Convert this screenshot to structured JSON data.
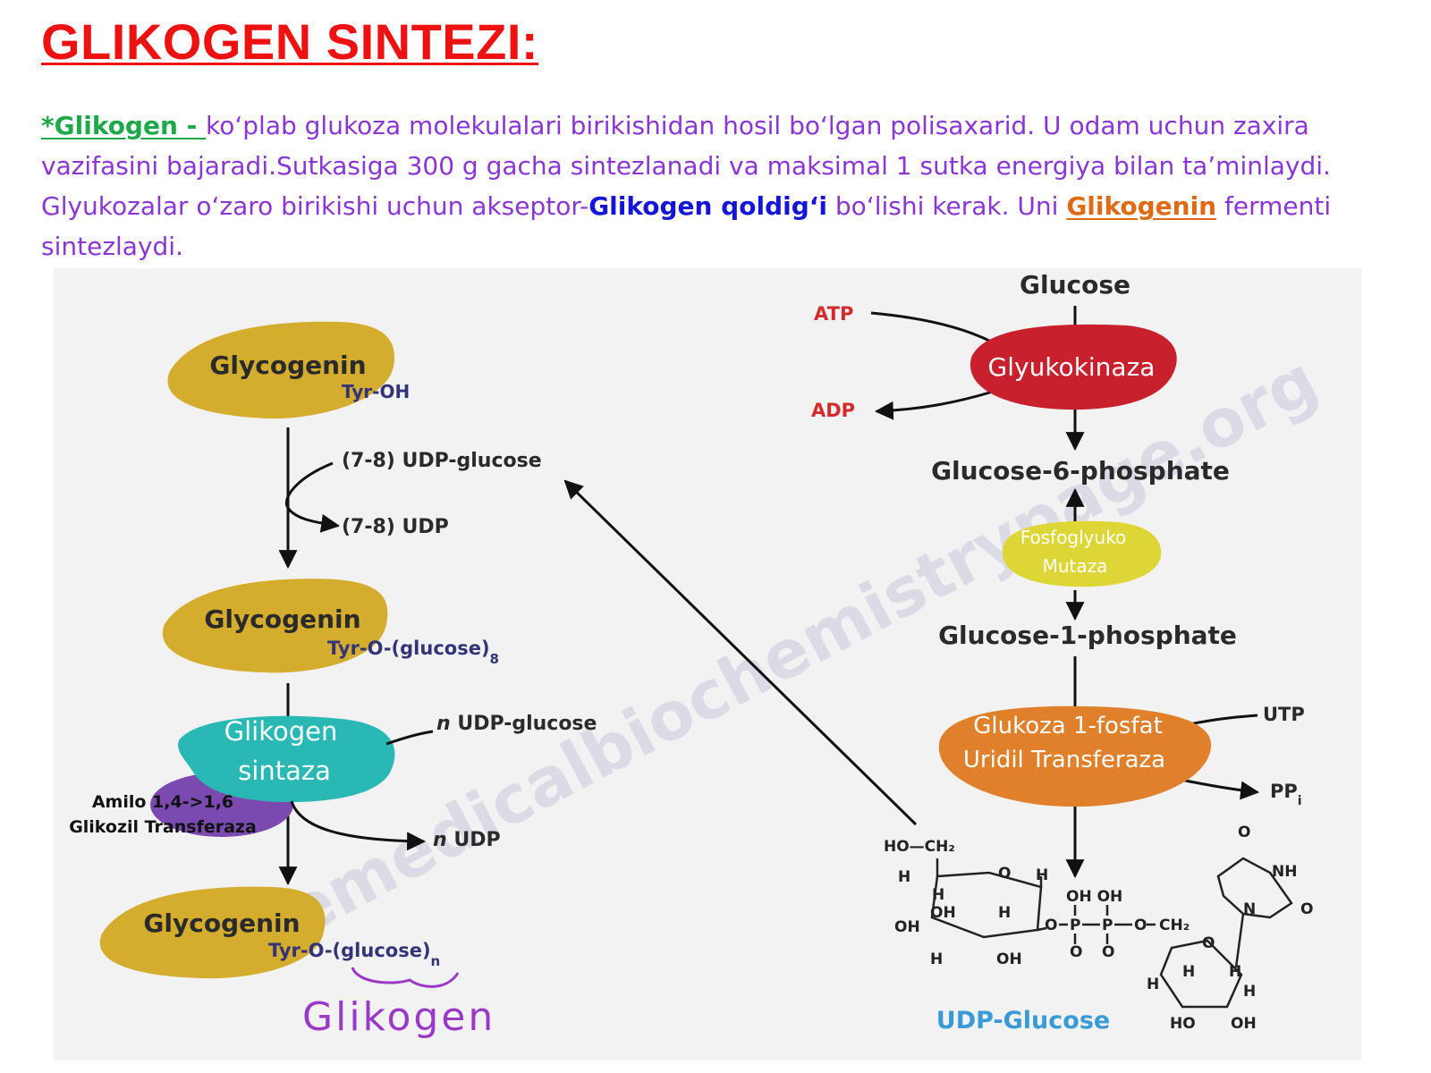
{
  "slide": {
    "title": "GLIKOGEN SINTEZI:",
    "intro": {
      "kw1": "*Glikogen - ",
      "t1": "ko‘plab glukoza molekulalari birikishidan hosil bo‘lgan polisaxarid. U odam uchun zaxira vazifasini bajaradi.Sutkasiga 300 g gacha sintezlanadi va maksimal 1 sutka energiya bilan ta’minlaydi. Glyukozalar o‘zaro birikishi uchun akseptor-",
      "kw2": "Glikogen qoldig‘i",
      "t2": " bo‘lishi kerak. Uni ",
      "kw3": "Glikogenin",
      "t3": " fermenti sintezlaydi."
    }
  },
  "diagram": {
    "watermark": "themedicalbiochemistrypage.org",
    "left_pathway": {
      "glycogenin_label": "Glycogenin",
      "tyr_oh": "Tyr-OH",
      "udp_glucose_7_8": "(7-8) UDP-glucose",
      "udp_7_8": "(7-8) UDP",
      "tyr_glucose8_main": "Tyr-O-(glucose)",
      "tyr_glucose8_sub": "8",
      "glycogen_synthase": {
        "line1": "Glikogen",
        "line2": "sintaza"
      },
      "branching_enzyme": {
        "line1": "Amilo 1,4->1,6",
        "line2": "Glikozil Transferaza"
      },
      "n_udp_glucose_italic": "n",
      "n_udp_glucose_text": " UDP-glucose",
      "n_udp_italic": "n",
      "n_udp_text": " UDP",
      "tyr_glucosen_main": "Tyr-O-(glucose)",
      "tyr_glucosen_sub": "n",
      "handwritten_label": "Glikogen"
    },
    "right_pathway": {
      "glucose": "Glucose",
      "atp": "ATP",
      "adp": "ADP",
      "glucokinase": "Glyukokinaza",
      "glucose_6_phosphate": "Glucose-6-phosphate",
      "phosphoglucomutase": {
        "line1": "Fosfoglyuko",
        "line2": "Mutaza"
      },
      "glucose_1_phosphate": "Glucose-1-phosphate",
      "ugp_enzyme": {
        "line1": "Glukoza 1-fosfat",
        "line2": "Uridil Transferaza"
      },
      "utp": "UTP",
      "ppi_main": "PP",
      "ppi_sub": "i",
      "udp_glucose_label": "UDP-Glucose"
    },
    "structure_labels": {
      "ho_ch2": "HO—CH₂",
      "h": "H",
      "o": "O",
      "oh": "OH",
      "oh_oh": "OH OH",
      "p": "P",
      "ch2": "CH₂",
      "nh": "NH",
      "n": "N",
      "ho": "HO"
    },
    "colors": {
      "title": "#ee1111",
      "intro_text": "#8a36d6",
      "keyword_green": "#1ea84a",
      "keyword_blue": "#1515d8",
      "keyword_orange": "#e06a14",
      "glycogenin": "#d4ac2e",
      "glycogen_synthase": "#2ab8b4",
      "branching_enzyme": "#7a4ab0",
      "glucokinase": "#c8202c",
      "phosphoglucomutase": "#ddd636",
      "ugp_enzyme": "#e0802a",
      "atp_adp": "#d42a2a",
      "tyr_label": "#33337a",
      "udp_glucose_label": "#3a9ad6",
      "handwriting": "#9a38c8"
    }
  }
}
